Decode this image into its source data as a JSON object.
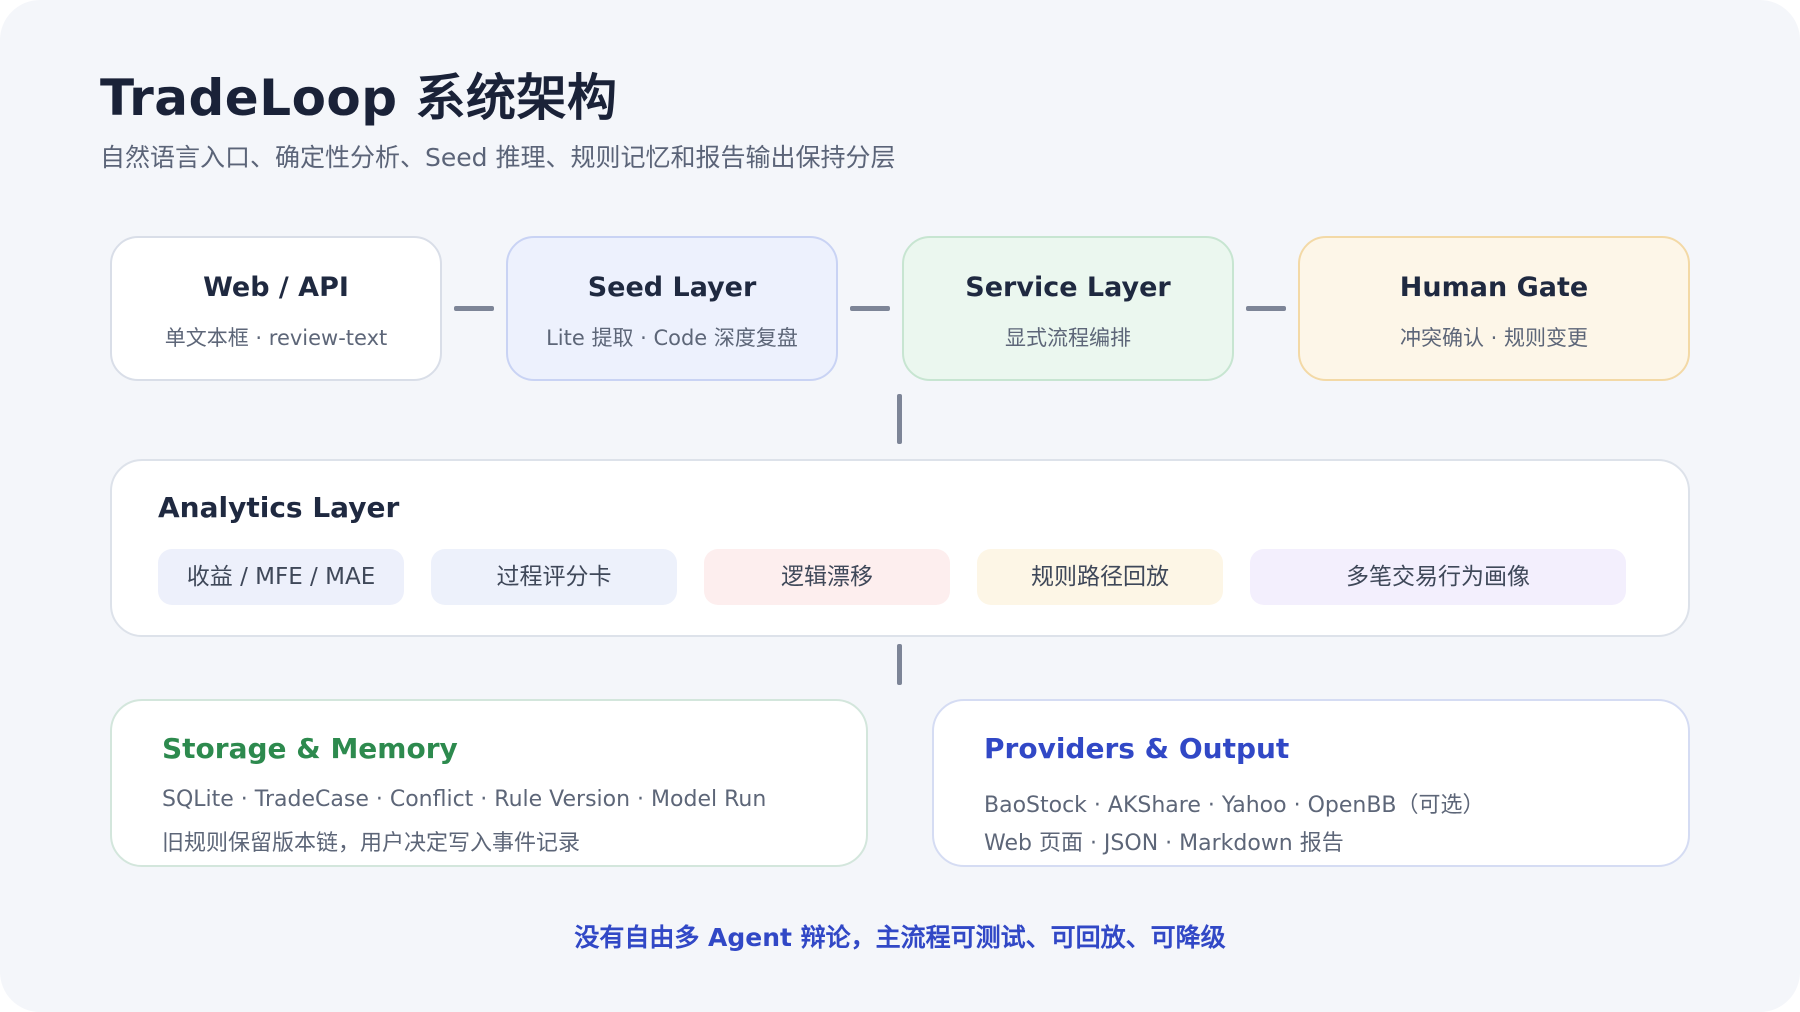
{
  "title": "TradeLoop 系统架构",
  "subtitle": "自然语言入口、确定性分析、Seed 推理、规则记忆和报告输出保持分层",
  "layers": {
    "web": {
      "name": "Web / API",
      "desc": "单文本框 · review-text"
    },
    "seed": {
      "name": "Seed Layer",
      "desc": "Lite 提取 · Code 深度复盘"
    },
    "service": {
      "name": "Service Layer",
      "desc": "显式流程编排"
    },
    "human": {
      "name": "Human Gate",
      "desc": "冲突确认 · 规则变更"
    }
  },
  "analytics": {
    "title": "Analytics Layer",
    "chips": [
      "收益 / MFE / MAE",
      "过程评分卡",
      "逻辑漂移",
      "规则路径回放",
      "多笔交易行为画像"
    ]
  },
  "storage": {
    "title": "Storage & Memory",
    "line1": "SQLite · TradeCase · Conflict · Rule Version · Model Run",
    "line2": "旧规则保留版本链，用户决定写入事件记录"
  },
  "providers": {
    "title": "Providers & Output",
    "line1": "BaoStock · AKShare · Yahoo · OpenBB（可选）",
    "line2": "Web 页面 · JSON · Markdown 报告"
  },
  "footer": "没有自由多 Agent 辩论，主流程可测试、可回放、可降级",
  "colors": {
    "seed_bg": "#edf1fd",
    "service_bg": "#ebf7ef",
    "human_bg": "#fdf6e8",
    "storage_title": "#2d8a4e",
    "providers_title": "#3148c6",
    "footer": "#3148c6"
  }
}
